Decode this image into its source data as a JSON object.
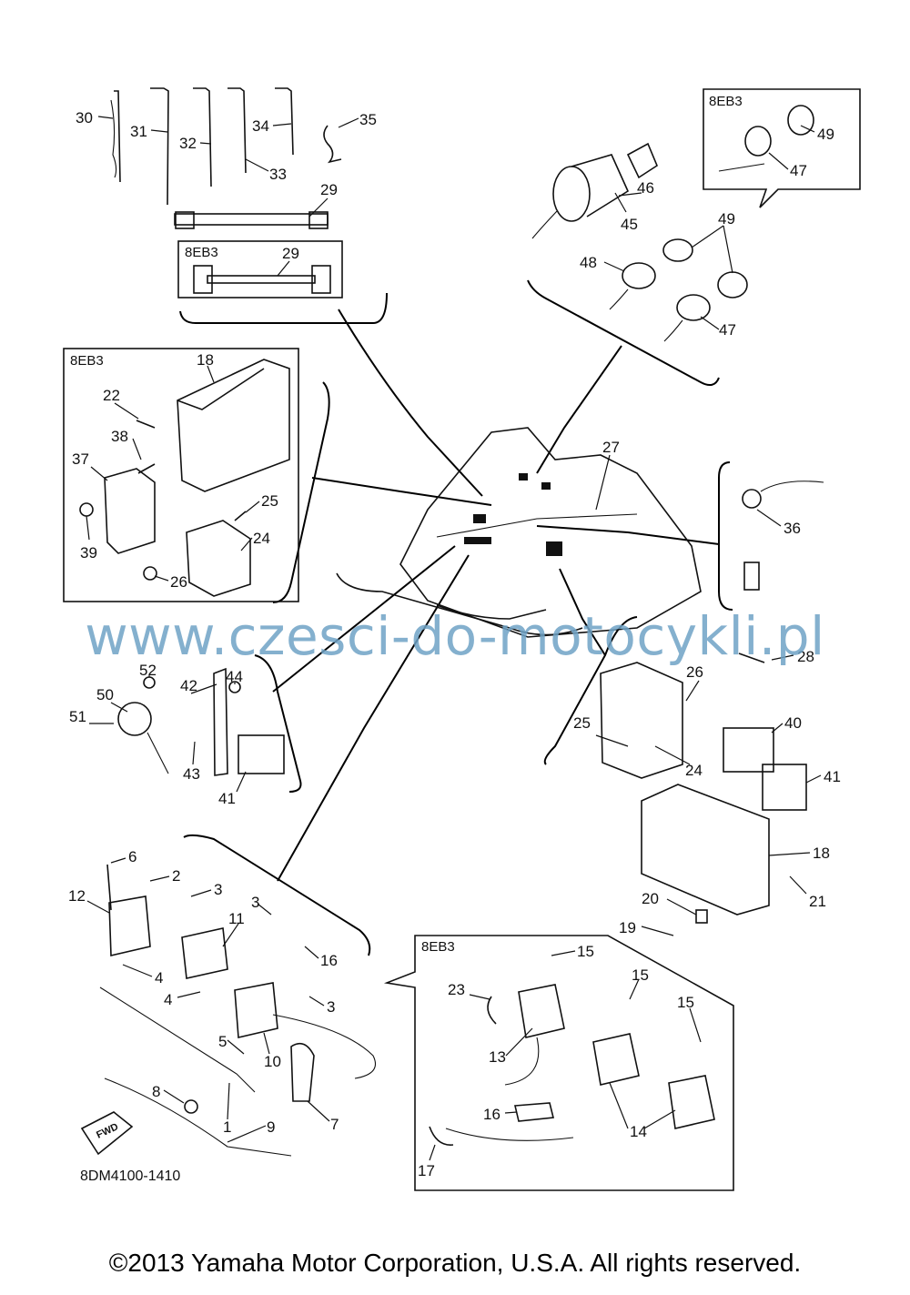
{
  "diagram": {
    "code": "8DM4100-1410",
    "model_box_label": "8EB3",
    "fwd_label": "FWD"
  },
  "watermark": "www.czesci-do-motocykli.pl",
  "copyright": "©2013 Yamaha Motor Corporation, U.S.A. All rights reserved.",
  "callouts": [
    {
      "id": "c30",
      "text": "30"
    },
    {
      "id": "c31",
      "text": "31"
    },
    {
      "id": "c32",
      "text": "32"
    },
    {
      "id": "c33",
      "text": "33"
    },
    {
      "id": "c34",
      "text": "34"
    },
    {
      "id": "c35",
      "text": "35"
    },
    {
      "id": "c29a",
      "text": "29"
    },
    {
      "id": "c29b",
      "text": "29"
    },
    {
      "id": "c46",
      "text": "46"
    },
    {
      "id": "c45",
      "text": "45"
    },
    {
      "id": "c49a",
      "text": "49"
    },
    {
      "id": "c47a",
      "text": "47"
    },
    {
      "id": "c49b",
      "text": "49"
    },
    {
      "id": "c48",
      "text": "48"
    },
    {
      "id": "c47b",
      "text": "47"
    },
    {
      "id": "c18a",
      "text": "18"
    },
    {
      "id": "c22",
      "text": "22"
    },
    {
      "id": "c38",
      "text": "38"
    },
    {
      "id": "c37",
      "text": "37"
    },
    {
      "id": "c39",
      "text": "39"
    },
    {
      "id": "c25a",
      "text": "25"
    },
    {
      "id": "c24a",
      "text": "24"
    },
    {
      "id": "c26a",
      "text": "26"
    },
    {
      "id": "c27",
      "text": "27"
    },
    {
      "id": "c36",
      "text": "36"
    },
    {
      "id": "c52",
      "text": "52"
    },
    {
      "id": "c50",
      "text": "50"
    },
    {
      "id": "c51",
      "text": "51"
    },
    {
      "id": "c42",
      "text": "42"
    },
    {
      "id": "c44",
      "text": "44"
    },
    {
      "id": "c43",
      "text": "43"
    },
    {
      "id": "c41a",
      "text": "41"
    },
    {
      "id": "c28",
      "text": "28"
    },
    {
      "id": "c26b",
      "text": "26"
    },
    {
      "id": "c25b",
      "text": "25"
    },
    {
      "id": "c24b",
      "text": "24"
    },
    {
      "id": "c40",
      "text": "40"
    },
    {
      "id": "c41b",
      "text": "41"
    },
    {
      "id": "c18b",
      "text": "18"
    },
    {
      "id": "c21",
      "text": "21"
    },
    {
      "id": "c20",
      "text": "20"
    },
    {
      "id": "c19",
      "text": "19"
    },
    {
      "id": "c6",
      "text": "6"
    },
    {
      "id": "c2",
      "text": "2"
    },
    {
      "id": "c3a",
      "text": "3"
    },
    {
      "id": "c12",
      "text": "12"
    },
    {
      "id": "c3b",
      "text": "3"
    },
    {
      "id": "c11",
      "text": "11"
    },
    {
      "id": "c16a",
      "text": "16"
    },
    {
      "id": "c4a",
      "text": "4"
    },
    {
      "id": "c4b",
      "text": "4"
    },
    {
      "id": "c3c",
      "text": "3"
    },
    {
      "id": "c5",
      "text": "5"
    },
    {
      "id": "c10",
      "text": "10"
    },
    {
      "id": "c8",
      "text": "8"
    },
    {
      "id": "c1",
      "text": "1"
    },
    {
      "id": "c7",
      "text": "7"
    },
    {
      "id": "c9",
      "text": "9"
    },
    {
      "id": "c15a",
      "text": "15"
    },
    {
      "id": "c23",
      "text": "23"
    },
    {
      "id": "c15b",
      "text": "15"
    },
    {
      "id": "c15c",
      "text": "15"
    },
    {
      "id": "c13",
      "text": "13"
    },
    {
      "id": "c16b",
      "text": "16"
    },
    {
      "id": "c14",
      "text": "14"
    },
    {
      "id": "c17",
      "text": "17"
    }
  ]
}
